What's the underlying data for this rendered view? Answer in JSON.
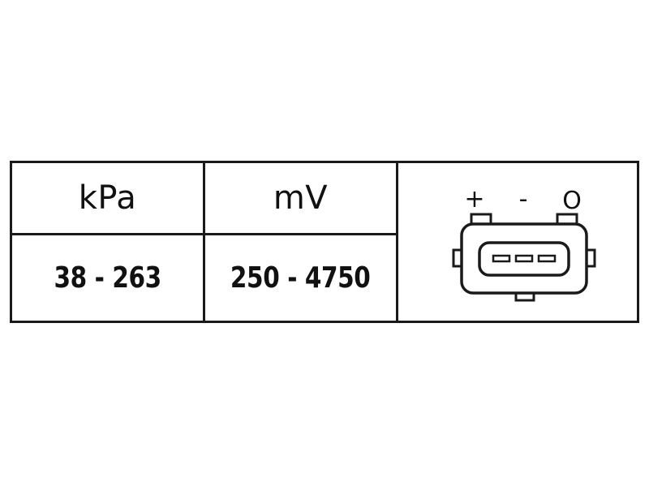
{
  "table": {
    "headers": [
      "kPa",
      "mV"
    ],
    "values": [
      "38 - 263",
      "250 - 4750"
    ]
  },
  "connector": {
    "pin_labels": [
      "+",
      "-",
      "O"
    ],
    "pin_count": 3
  },
  "colors": {
    "line": "#1a1a1a",
    "background": "#ffffff"
  }
}
